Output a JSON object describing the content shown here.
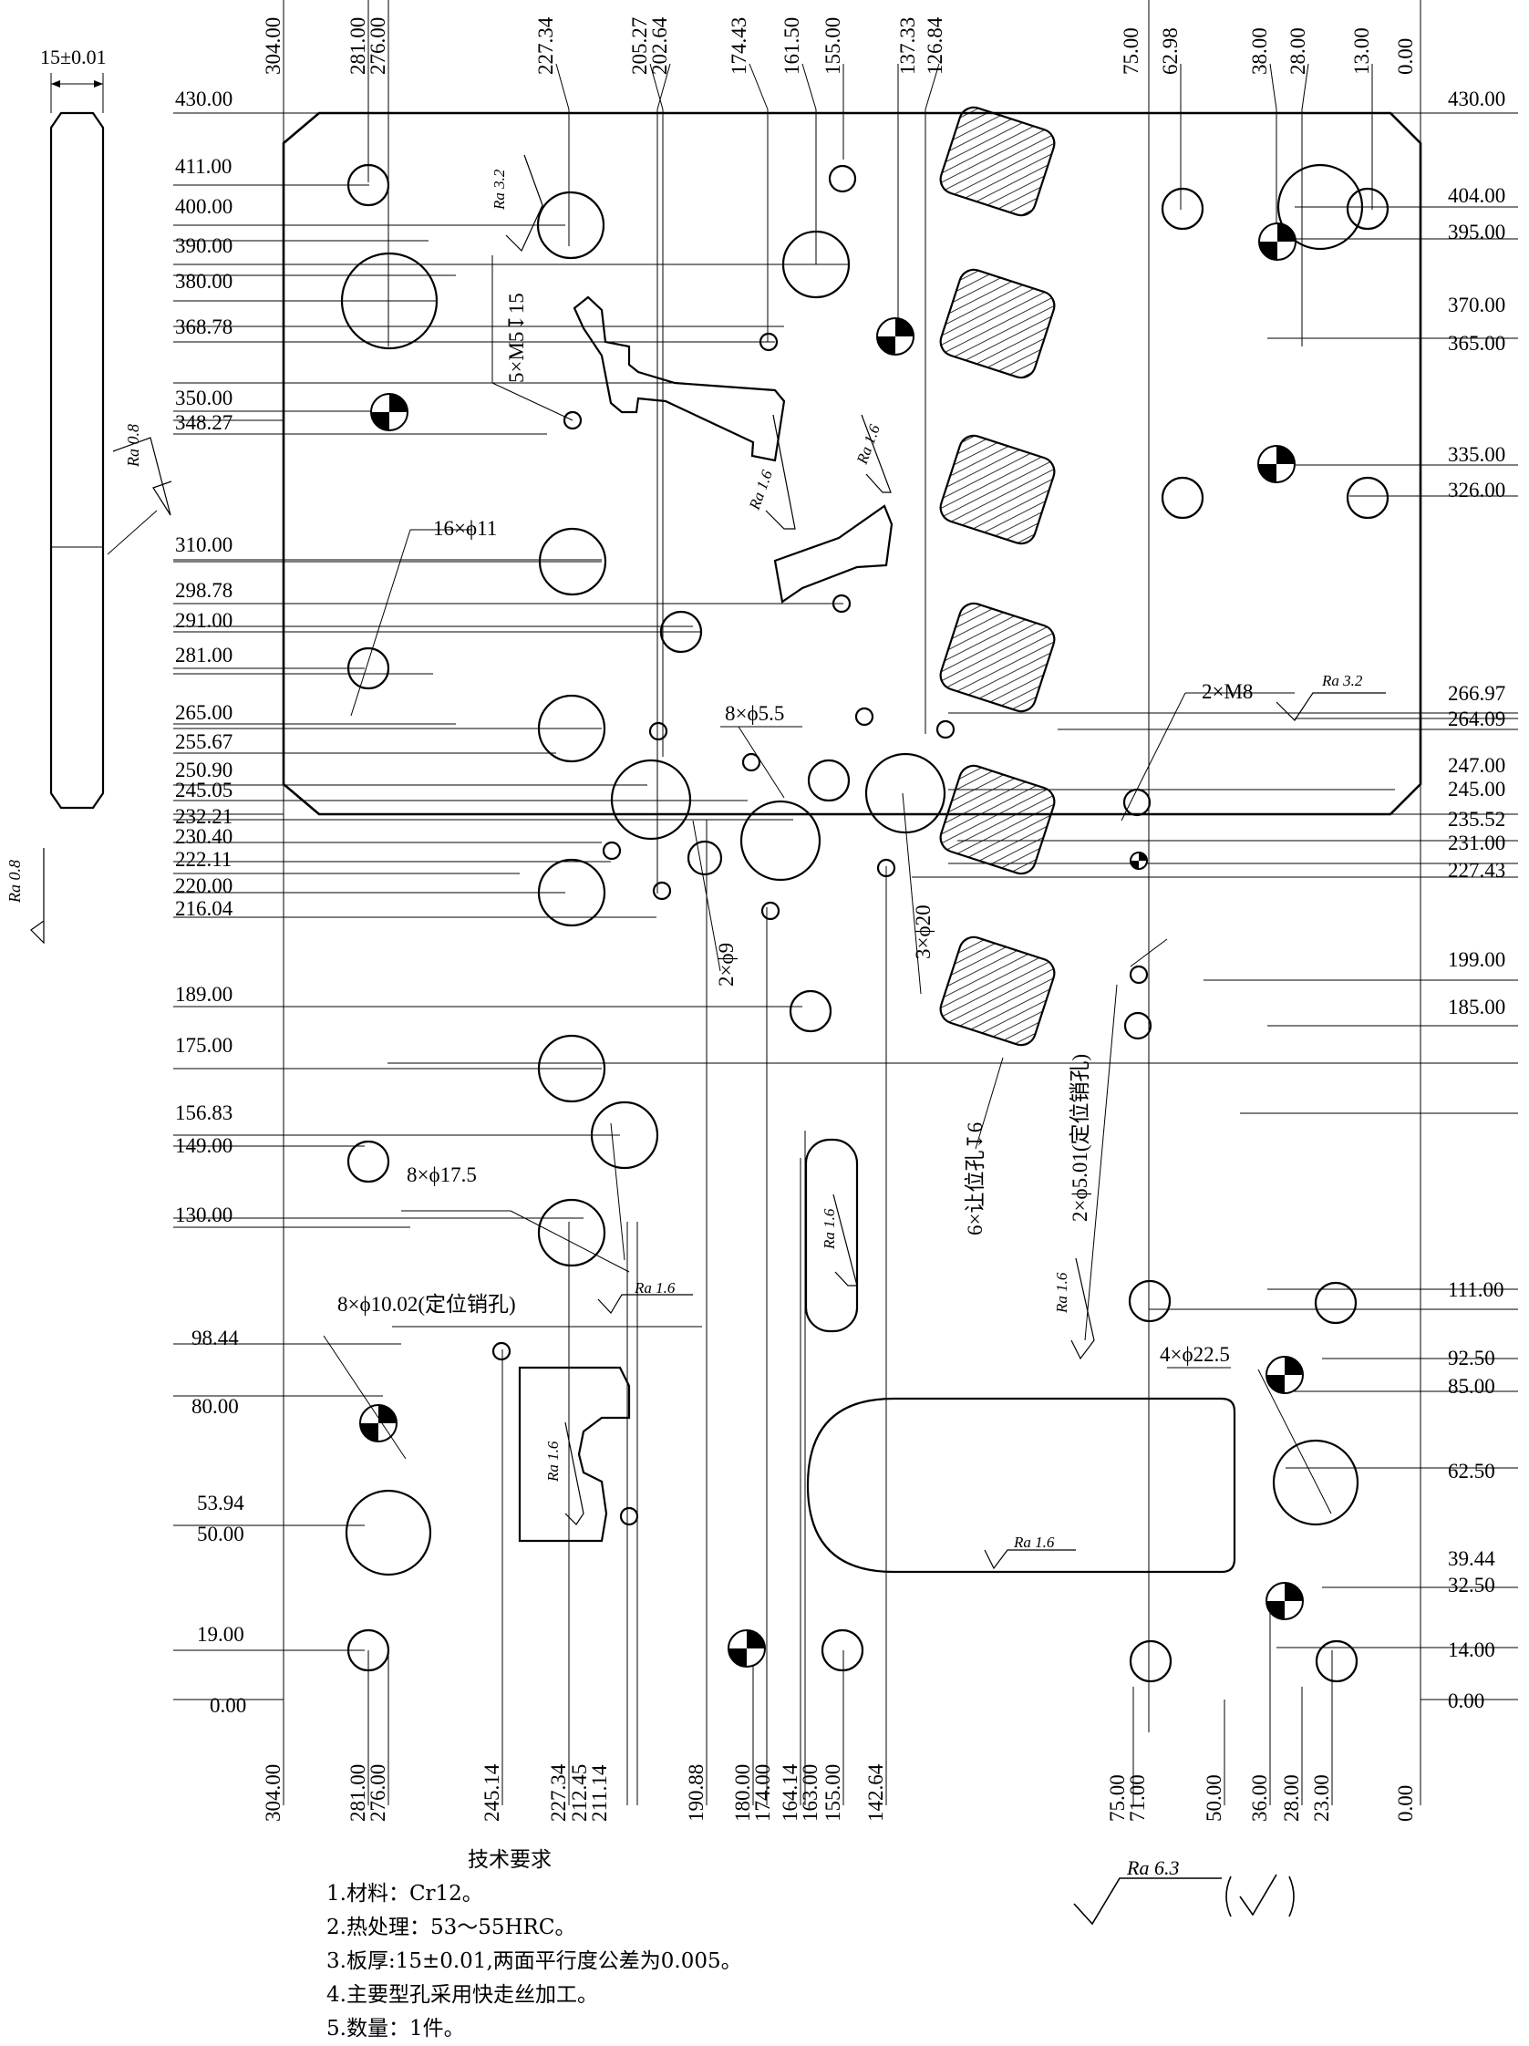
{
  "drawing": {
    "side_view": {
      "thickness_label": "15±0.01",
      "roughness_top": "Ra 0.8",
      "roughness_left": "Ra 0.8"
    },
    "top_dims": [
      "304.00",
      "281.00",
      "276.00",
      "227.34",
      "205.27",
      "202.64",
      "174.43",
      "161.50",
      "155.00",
      "137.33",
      "126.84",
      "75.00",
      "62.98",
      "38.00",
      "28.00",
      "13.00",
      "0.00"
    ],
    "bottom_dims": [
      "304.00",
      "281.00",
      "276.00",
      "245.14",
      "227.34",
      "212.45",
      "211.14",
      "190.88",
      "180.00",
      "174.00",
      "164.14",
      "163.00",
      "155.00",
      "142.64",
      "75.00",
      "71.00",
      "50.00",
      "36.00",
      "28.00",
      "23.00",
      "0.00"
    ],
    "left_dims": [
      "430.00",
      "411.00",
      "400.00",
      "390.00",
      "380.00",
      "368.78",
      "350.00",
      "348.27",
      "310.00",
      "298.78",
      "291.00",
      "281.00",
      "265.00",
      "255.67",
      "250.90",
      "245.05",
      "232.21",
      "230.40",
      "222.11",
      "220.00",
      "216.04",
      "189.00",
      "175.00",
      "156.83",
      "149.00",
      "130.00",
      "98.44",
      "80.00",
      "53.94",
      "50.00",
      "19.00",
      "0.00"
    ],
    "right_dims": [
      "430.00",
      "404.00",
      "395.00",
      "370.00",
      "365.00",
      "335.00",
      "326.00",
      "266.97",
      "264.09",
      "247.00",
      "245.00",
      "235.52",
      "231.00",
      "227.43",
      "199.00",
      "185.00",
      "111.00",
      "92.50",
      "85.00",
      "62.50",
      "39.44",
      "32.50",
      "14.00",
      "0.00"
    ],
    "callouts": {
      "m5": "5×M5↧15",
      "phi11": "16×ϕ11",
      "phi55": "8×ϕ5.5",
      "m8": "2×M8",
      "phi9": "2×ϕ9",
      "phi20": "3×ϕ20",
      "relief": "6×让位孔↧6",
      "pin501": "2×ϕ5.01(定位销孔)",
      "phi175": "8×ϕ17.5",
      "pin1002": "8×ϕ10.02(定位销孔)",
      "phi225": "4×ϕ22.5"
    },
    "roughness": {
      "r32a": "Ra 3.2",
      "r32b": "Ra 3.2",
      "r16a": "Ra 1.6",
      "r16b": "Ra 1.6",
      "r16c": "Ra 1.6",
      "r16d": "Ra 1.6",
      "r16e": "Ra 1.6",
      "r16f": "Ra 1.6",
      "r16g": "Ra 1.6",
      "general": "Ra 6.3"
    }
  },
  "notes": {
    "title": "技术要求",
    "items": [
      "1.材料：Cr12。",
      "2.热处理：53～55HRC。",
      "3.板厚:15±0.01,两面平行度公差为0.005。",
      "4.主要型孔采用快走丝加工。",
      "5.数量：1件。"
    ]
  }
}
